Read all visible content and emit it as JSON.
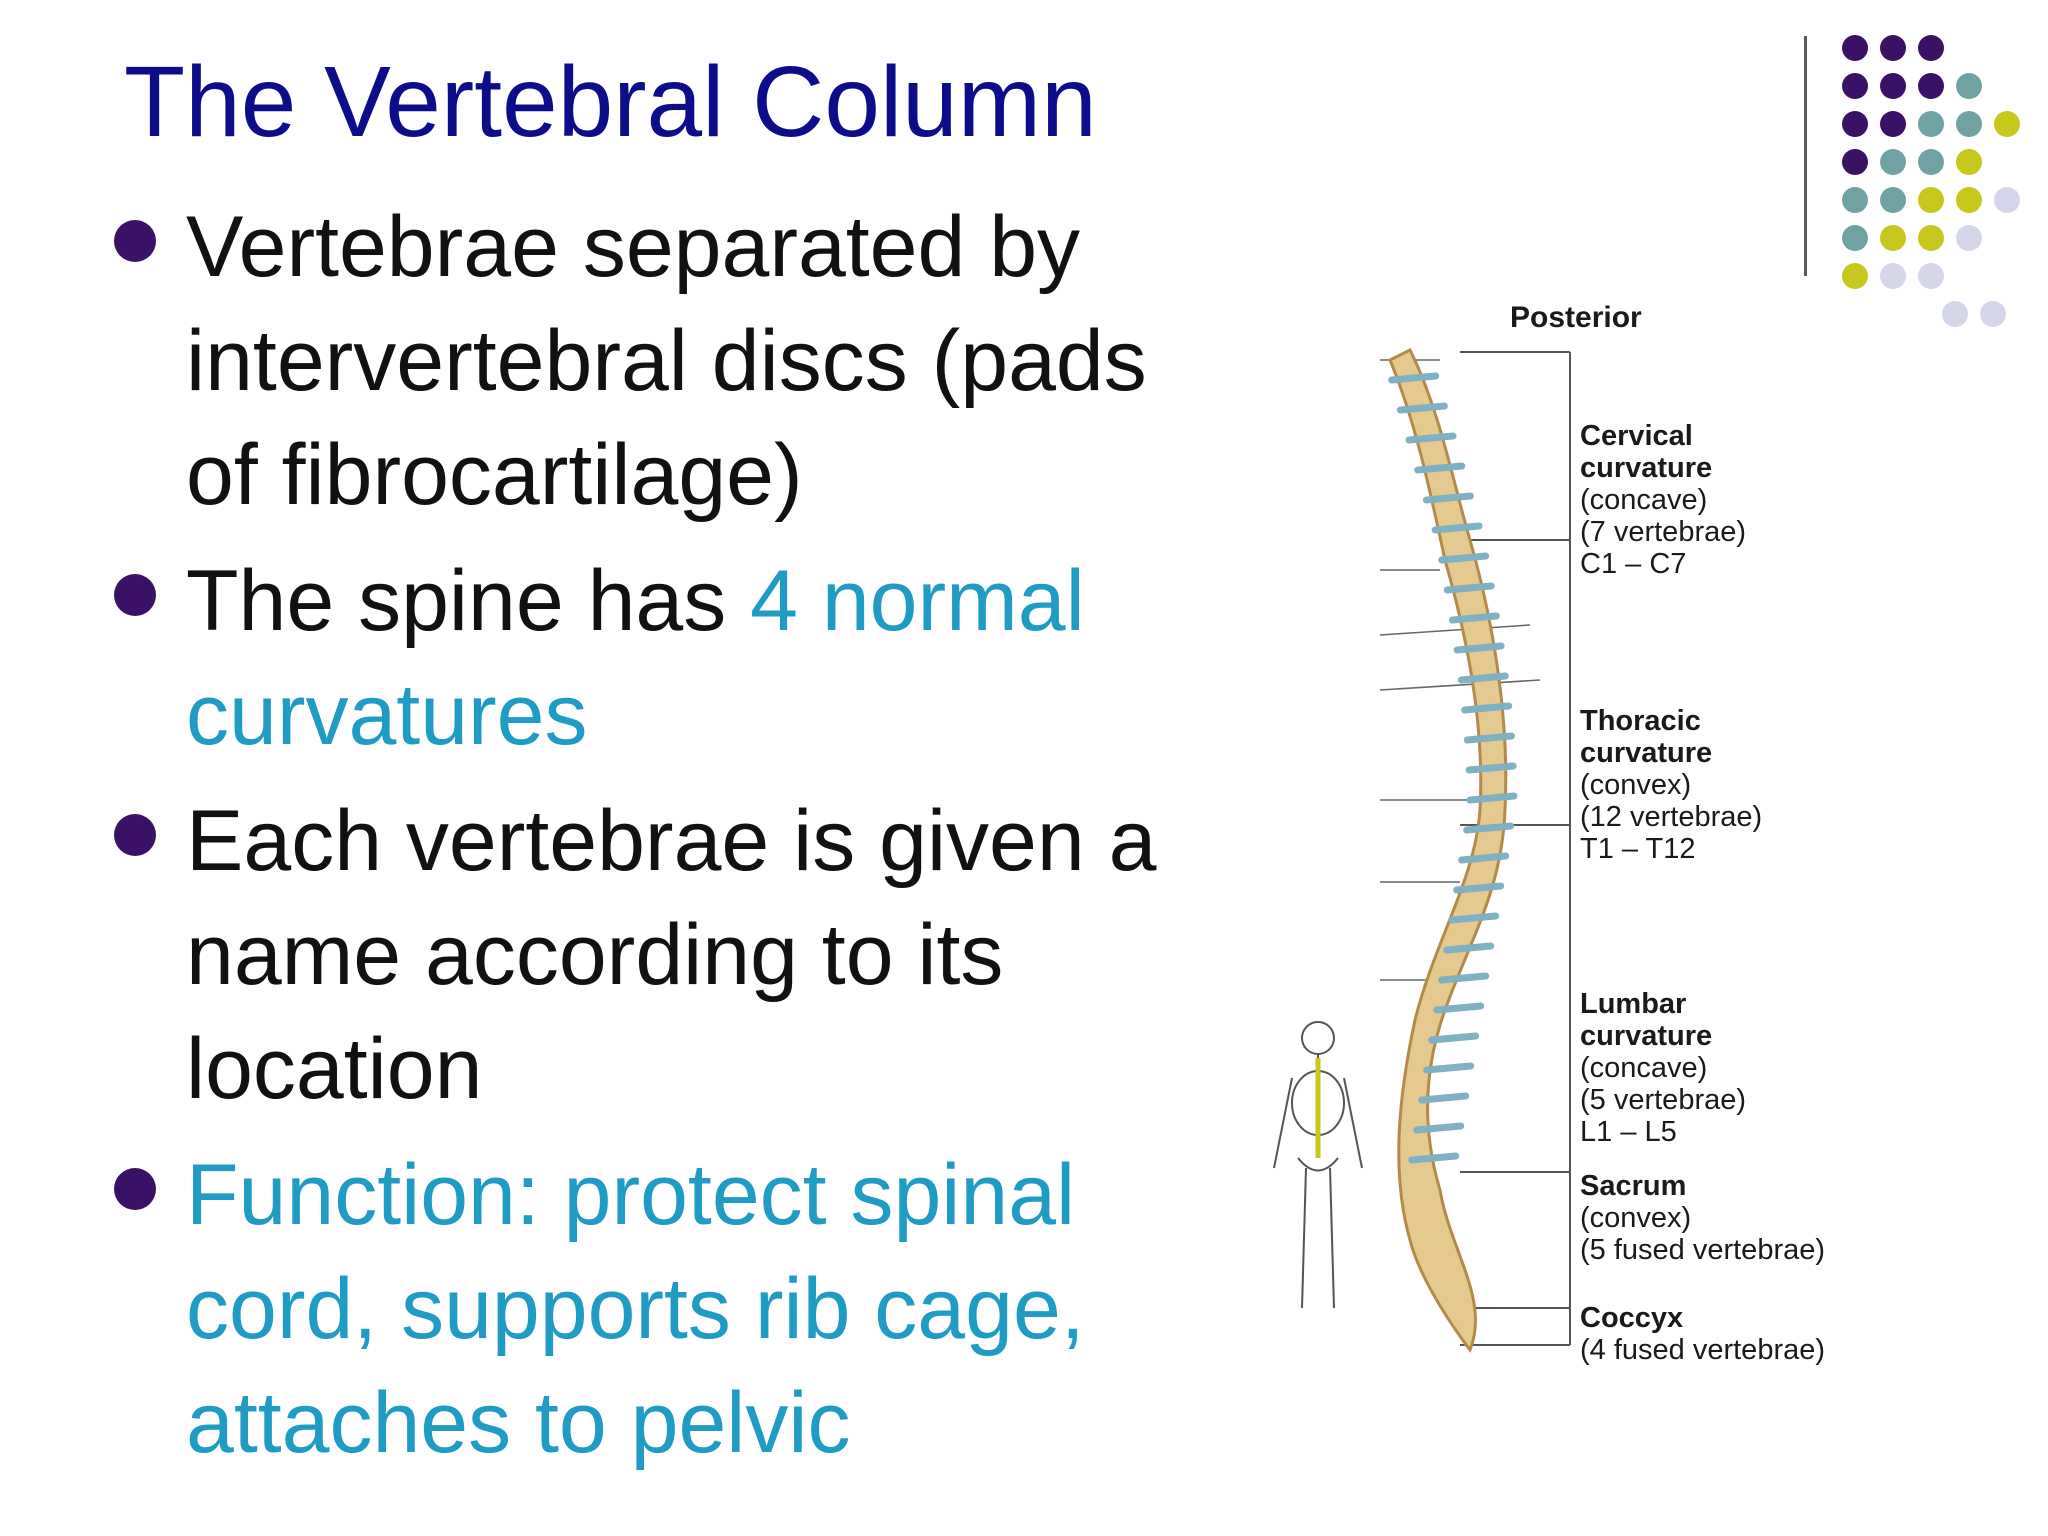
{
  "slide": {
    "title": "The Vertebral Column",
    "bullets": [
      {
        "text": "Vertebrae separated by intervertebral discs (pads of fibrocartilage)",
        "parts": [
          "Vertebrae separated by intervertebral discs (pads of fibrocartilage)"
        ]
      },
      {
        "prefix": "The spine has ",
        "highlight": "4 normal curvatures"
      },
      {
        "text": "Each vertebrae is given a name according to its location"
      },
      {
        "text": "Function: protect spinal cord, supports rib cage, attaches to pelvic"
      }
    ],
    "colors": {
      "title": "#0d0d8c",
      "body": "#111111",
      "accent": "#1f9bc4",
      "dot_purple": "#3b1167",
      "dot_teal": "#6fa3a3",
      "dot_yellow": "#c7c71c",
      "dot_lavender": "#d6d6ea"
    }
  },
  "figure": {
    "posterior": "Posterior",
    "regions": [
      {
        "name": "Cervical",
        "name2": "curvature",
        "shape": "(concave)",
        "count": "(7 vertebrae)",
        "range": "C1 – C7"
      },
      {
        "name": "Thoracic",
        "name2": "curvature",
        "shape": "(convex)",
        "count": "(12 vertebrae)",
        "range": "T1 – T12"
      },
      {
        "name": "Lumbar",
        "name2": "curvature",
        "shape": "(concave)",
        "count": "(5 vertebrae)",
        "range": "L1 – L5"
      },
      {
        "name": "Sacrum",
        "shape": "(convex)",
        "count": "(5 fused vertebrae)"
      },
      {
        "name": "Coccyx",
        "count": "(4 fused vertebrae)"
      }
    ]
  }
}
